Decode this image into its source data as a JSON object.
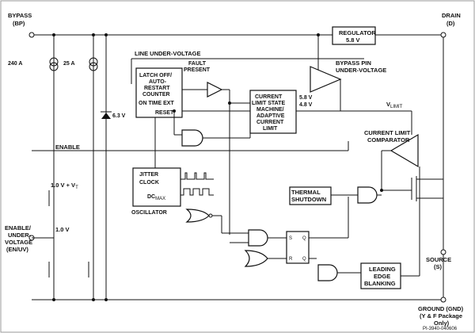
{
  "pins": {
    "bypass": "BYPASS",
    "bypass_abbr": "(BP)",
    "drain": "DRAIN",
    "drain_abbr": "(D)",
    "enable_line1": "ENABLE/",
    "enable_line2": "UNDER-",
    "enable_line3": "VOLTAGE",
    "enable_line4": "(EN/UV)",
    "source": "SOURCE",
    "source_abbr": "(S)",
    "ground": "GROUND (GND)",
    "ground_note1": "(Y & F Package",
    "ground_note2": "Only)"
  },
  "blocks": {
    "regulator_l1": "REGULATOR",
    "regulator_l2": "5.8 V",
    "latch_l1": "LATCH OFF/",
    "latch_l2": "AUTO-",
    "latch_l3": "RESTART",
    "latch_l4": "COUNTER",
    "latch_l5": "ON TIME EXT",
    "latch_l6": "RESET",
    "csm_l1": "CURRENT",
    "csm_l2": "LIMIT STATE",
    "csm_l3": "MACHINE/",
    "csm_l4": "ADAPTIVE",
    "csm_l5": "CURRENT",
    "csm_l6": "LIMIT",
    "jitter": "JITTER",
    "clock": "CLOCK",
    "dc": "DC",
    "dcmax": "MAX",
    "oscillator": "OSCILLATOR",
    "thermal_l1": "THERMAL",
    "thermal_l2": "SHUTDOWN",
    "leb_l1": "LEADING",
    "leb_l2": "EDGE",
    "leb_l3": "BLANKING",
    "ff_s": "S",
    "ff_q": "Q",
    "ff_r": "R",
    "ff_qbar": "Q"
  },
  "labels": {
    "line_uv": "LINE UNDER-VOLTAGE",
    "fault_l1": "FAULT",
    "fault_l2": "PRESENT",
    "bypass_uv_l1": "BYPASS PIN",
    "bypass_uv_l2": "UNDER-VOLTAGE",
    "v58": "5.8 V",
    "v48": "4.8 V",
    "vlimit_v": "V",
    "vlimit_sub": "LIMIT",
    "cl_comp_l1": "CURRENT LIMIT",
    "cl_comp_l2": "COMPARATOR",
    "enable": "ENABLE",
    "zener": "6.3 V",
    "i240": "240   A",
    "i25": "25   A",
    "v10vt": "1.0 V + V",
    "v10vt_sub": "T",
    "v10": "1.0 V",
    "fig_id": "PI-3940-040606"
  }
}
